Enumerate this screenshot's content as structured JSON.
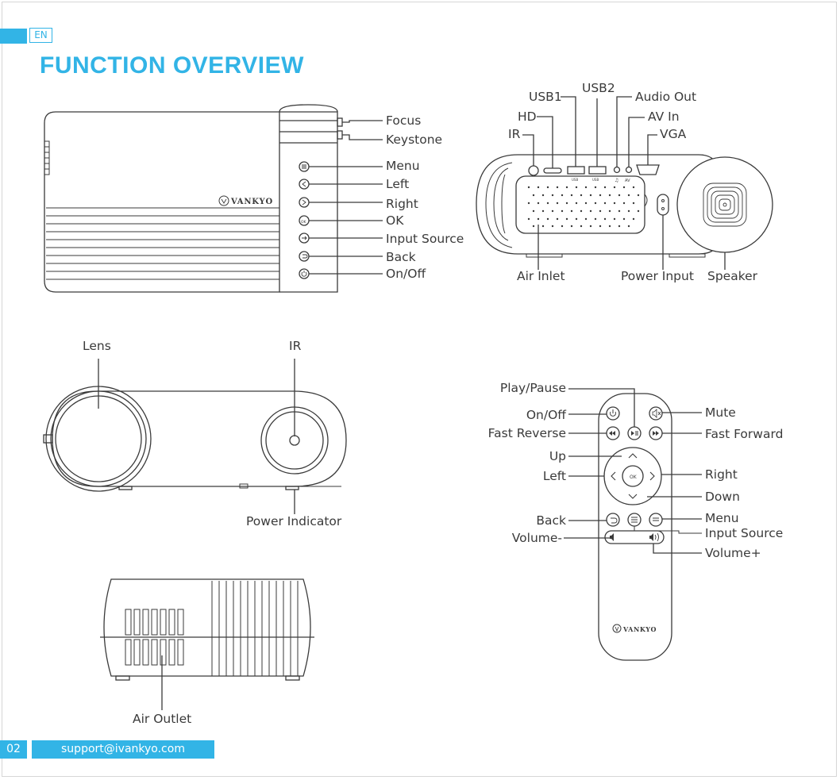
{
  "header": {
    "lang": "EN",
    "title": "FUNCTION OVERVIEW"
  },
  "labels": {
    "focus": "Focus",
    "keystone": "Keystone",
    "menu": "Menu",
    "left": "Left",
    "right": "Right",
    "ok": "OK",
    "input_source": "Input Source",
    "back": "Back",
    "on_off": "On/Off",
    "usb1": "USB1",
    "usb2": "USB2",
    "audio_out": "Audio Out",
    "hd": "HD",
    "av_in": "AV In",
    "ir": "IR",
    "vga": "VGA",
    "air_inlet": "Air Inlet",
    "power_input": "Power Input",
    "speaker": "Speaker",
    "lens": "Lens",
    "ir_front": "IR",
    "power_indicator": "Power Indicator",
    "air_outlet": "Air Outlet"
  },
  "remote": {
    "play_pause": "Play/Pause",
    "on_off": "On/Off",
    "fast_reverse": "Fast Reverse",
    "up": "Up",
    "left": "Left",
    "back": "Back",
    "volume_minus": "Volume-",
    "mute": "Mute",
    "fast_forward": "Fast Forward",
    "right": "Right",
    "down": "Down",
    "menu": "Menu",
    "input_source": "Input Source",
    "volume_plus": "Volume+",
    "ok_key": "OK"
  },
  "brand": {
    "logo_text": "VANKYO",
    "port_usb": "USB",
    "port_av": "AV",
    "port_audio": "♫"
  },
  "footer": {
    "page": "02",
    "support": "support@ivankyo.com"
  },
  "colors": {
    "accent": "#32b4e6",
    "line": "#3a3a3a"
  }
}
